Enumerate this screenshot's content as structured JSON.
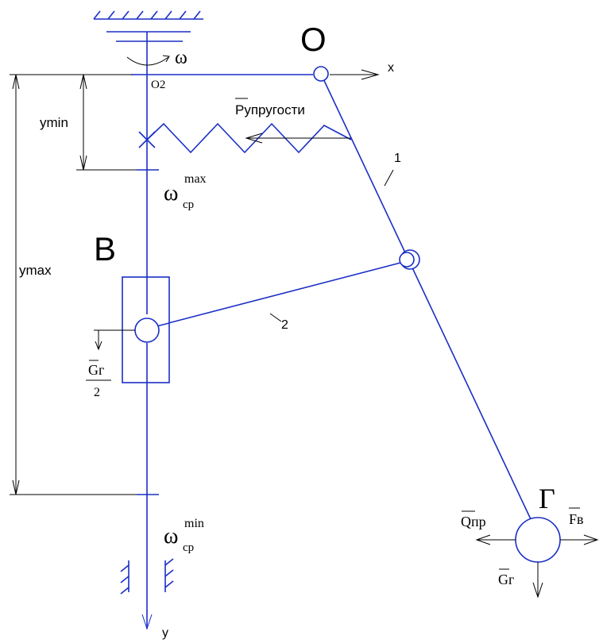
{
  "labels": {
    "point_O": "O",
    "point_O2": "O2",
    "omega": "ω",
    "axis_x": "x",
    "axis_y": "y",
    "point_B": "B",
    "point_G": "Г",
    "link_1": "1",
    "link_2": "2",
    "y_min": "ymin",
    "y_max": "ymax",
    "spring_force": "Pупругости",
    "omega_cp_max_base": "ω",
    "omega_cp_max_sub": "ср",
    "omega_cp_max_sup": "max",
    "omega_cp_min_base": "ω",
    "omega_cp_min_sub": "ср",
    "omega_cp_min_sup": "min",
    "slider_weight_num": "Gг",
    "slider_weight_den": "2",
    "force_Q": "Qпр",
    "force_F": "Fв",
    "force_G": "Gг"
  },
  "colors": {
    "mechanism": "#1a2fc4",
    "annotation": "#000000"
  }
}
